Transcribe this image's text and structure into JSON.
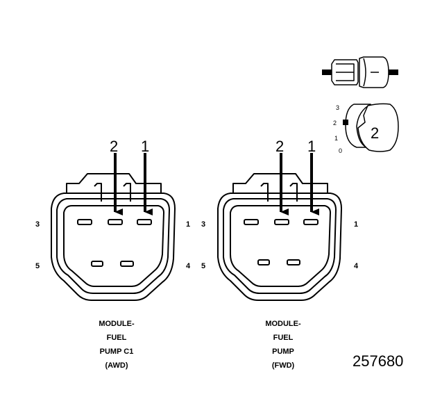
{
  "connectors": [
    {
      "id": "awd",
      "caption": [
        "MODULE-",
        "FUEL",
        "PUMP C1",
        "(AWD)"
      ],
      "callouts": [
        "2",
        "1"
      ],
      "cavities": {
        "top_left": "3",
        "top_right": "1",
        "bottom_left": "5",
        "bottom_right": "4"
      }
    },
    {
      "id": "fwd",
      "caption": [
        "MODULE-",
        "FUEL",
        "PUMP",
        "(FWD)"
      ],
      "callouts": [
        "2",
        "1"
      ],
      "cavities": {
        "top_left": "3",
        "top_right": "1",
        "bottom_left": "5",
        "bottom_right": "4"
      }
    }
  ],
  "inset": {
    "scale_labels": [
      "3",
      "2",
      "1",
      "0"
    ],
    "selector_label": "2"
  },
  "reference_number": "257680"
}
